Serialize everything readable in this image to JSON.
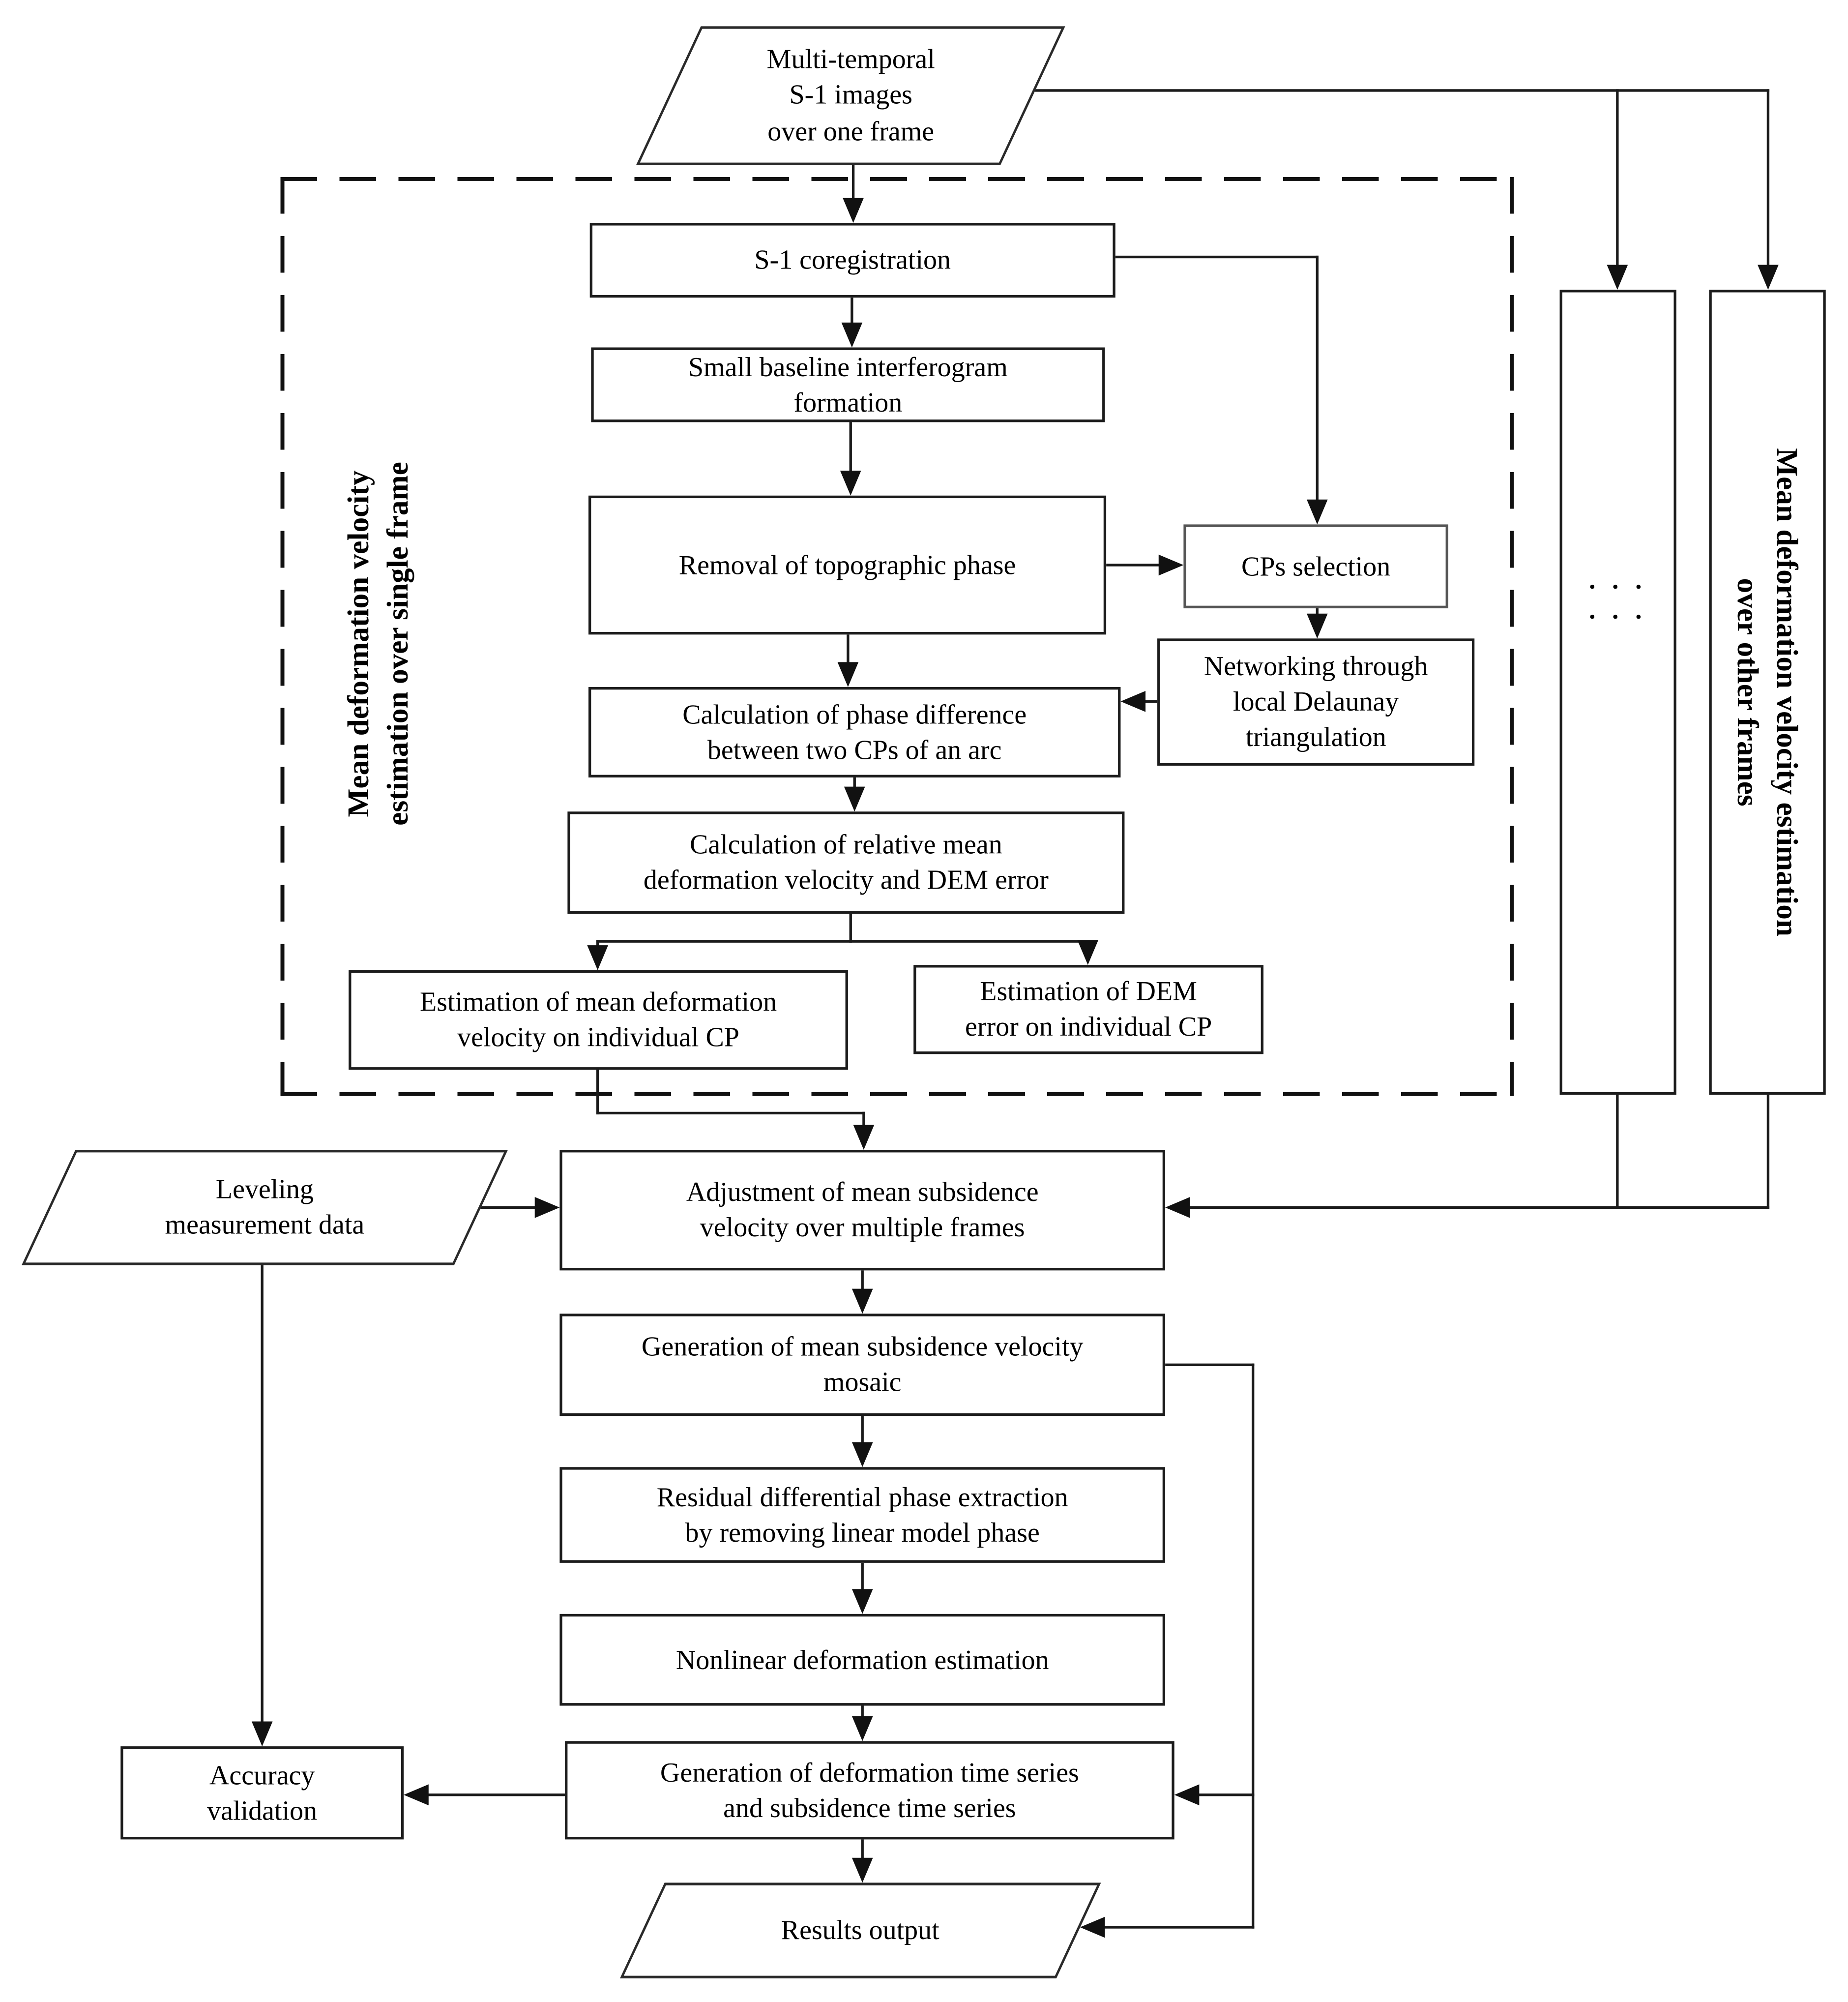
{
  "diagram": {
    "type": "flowchart",
    "topic": "Multi-frame S-1 InSAR mean deformation velocity estimation workflow",
    "colors": {
      "background": "#ffffff",
      "line": "#1a1a1a",
      "border": "#1c1c1c",
      "text": "#000000"
    },
    "nodes": {
      "multi_temporal_images": {
        "shape": "parallelogram",
        "label": "Multi-temporal\nS-1 images\nover one frame"
      },
      "s1_coregistration": {
        "shape": "rect",
        "label": "S-1 coregistration"
      },
      "small_baseline": {
        "shape": "rect",
        "label": "Small baseline interferogram\nformation"
      },
      "removal_topographic": {
        "shape": "rect",
        "label": "Removal of topographic phase"
      },
      "cps_selection": {
        "shape": "rect",
        "label": "CPs selection"
      },
      "networking_delaunay": {
        "shape": "rect",
        "label": "Networking through\nlocal Delaunay\ntriangulation"
      },
      "phase_difference": {
        "shape": "rect",
        "label": "Calculation of phase difference\nbetween two CPs of an arc"
      },
      "relative_mean_velocity": {
        "shape": "rect",
        "label": "Calculation of relative mean\ndeformation velocity and DEM error"
      },
      "est_mean_deformation": {
        "shape": "rect",
        "label": "Estimation of mean deformation\nvelocity on individual CP"
      },
      "est_dem_error": {
        "shape": "rect",
        "label": "Estimation of DEM\nerror on individual CP"
      },
      "single_frame_group_label": {
        "shape": "rotated-label",
        "label": "Mean deformation velocity\nestimation over single frame"
      },
      "other_frames_ellipsis": {
        "shape": "rect",
        "label": "· · ·\n· · ·"
      },
      "other_frames_estimation": {
        "shape": "rect-rotated",
        "label": "Mean deformation velocity estimation\nover other frames"
      },
      "leveling_data": {
        "shape": "parallelogram",
        "label": "Leveling\nmeasurement data"
      },
      "adjustment_subsidence": {
        "shape": "rect",
        "label": "Adjustment of mean subsidence\nvelocity over multiple frames"
      },
      "mosaic_generation": {
        "shape": "rect",
        "label": "Generation of mean subsidence velocity\nmosaic"
      },
      "residual_phase": {
        "shape": "rect",
        "label": "Residual differential phase extraction\nby removing linear model phase"
      },
      "nonlinear_deformation": {
        "shape": "rect",
        "label": "Nonlinear deformation estimation"
      },
      "time_series_generation": {
        "shape": "rect",
        "label": "Generation of deformation time series\nand subsidence time series"
      },
      "accuracy_validation": {
        "shape": "rect",
        "label": "Accuracy\nvalidation"
      },
      "results_output": {
        "shape": "parallelogram",
        "label": "Results output"
      }
    }
  }
}
